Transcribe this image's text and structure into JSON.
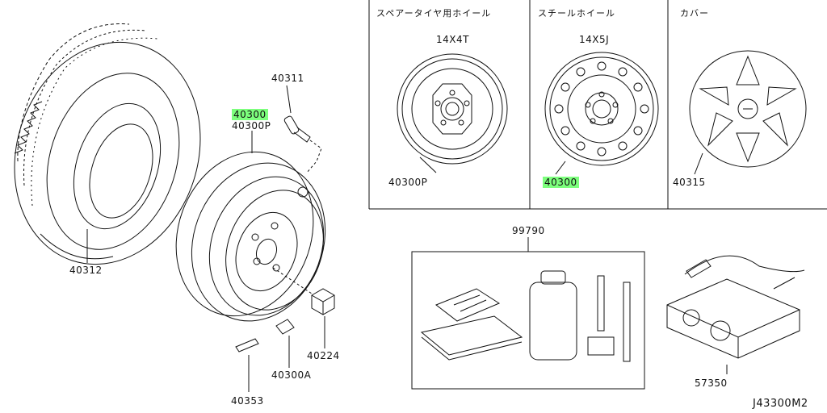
{
  "diagram_code": "J43300M2",
  "panels": {
    "spare": {
      "header": "スペアータイヤ用ホイール",
      "size": "14X4T",
      "part": "40300P"
    },
    "steel": {
      "header": "スチールホイール",
      "size": "14X5J",
      "part": "40300",
      "highlight": "#7dff7d"
    },
    "cover": {
      "header": "カバー",
      "part": "40315"
    }
  },
  "callouts": {
    "tire": "40312",
    "valve": "40311",
    "wheel_primary": "40300",
    "wheel_alt": "40300P",
    "nut": "40224",
    "weight_clip": "40300A",
    "weight": "40353",
    "repair_kit": "99790",
    "compressor": "57350"
  }
}
